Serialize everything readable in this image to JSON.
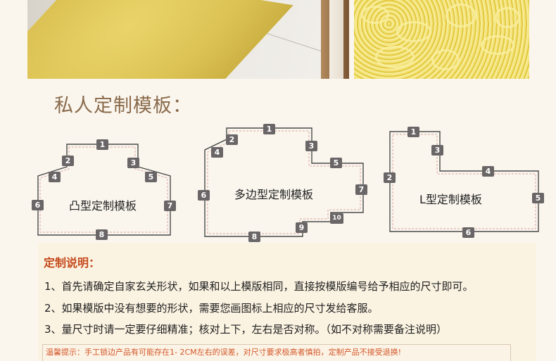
{
  "section_title": "私人定制模板：",
  "templates": [
    {
      "label": "凸型定制模板",
      "badges": [
        "1",
        "2",
        "3",
        "4",
        "5",
        "6",
        "7",
        "8"
      ]
    },
    {
      "label": "多边型定制模板",
      "badges": [
        "1",
        "2",
        "3",
        "4",
        "5",
        "6",
        "7",
        "8",
        "9",
        "10"
      ]
    },
    {
      "label": "L型定制模板",
      "badges": [
        "1",
        "2",
        "3",
        "4",
        "5",
        "6"
      ]
    }
  ],
  "notes": {
    "title": "定制说明：",
    "items": [
      "1、首先请确定自家玄关形状，如果和以上模版相同，直接按模版编号给予相应的尺寸即可。",
      "2、如果模版中没有想要的形状，需要您画图标上相应的尺寸发给客服。",
      "3、量尺寸时请一定要仔细精准；核对上下，左右是否对称。（如不对称需要备注说明）"
    ],
    "warning": "温馨提示：手工锁边产品有可能存在1- 2CM左右的误差，对尺寸要求极高者慎拍，定制产品不接受退换!"
  },
  "colors": {
    "badge": "#6a6566",
    "title": "#8a6a4b",
    "notes_title": "#c54a1c",
    "warning": "#d4562a"
  }
}
